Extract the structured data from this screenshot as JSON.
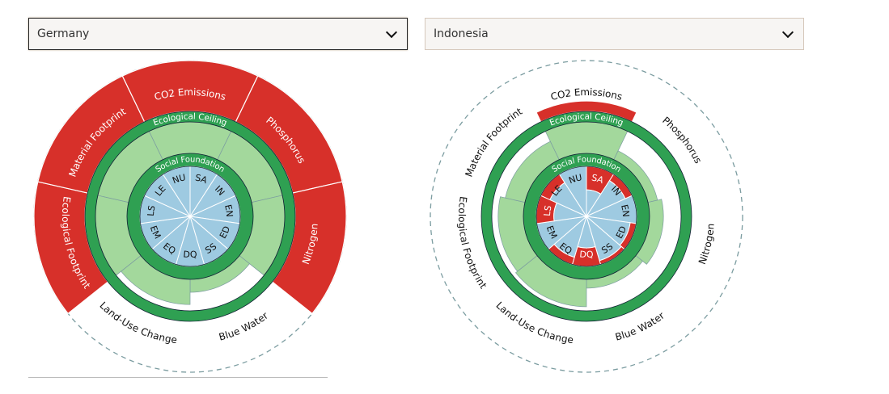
{
  "selectors": [
    {
      "value": "Germany",
      "icon": "chevron-down-icon"
    },
    {
      "value": "Indonesia",
      "icon": "chevron-down-icon"
    }
  ],
  "colors": {
    "overshoot": "#d7302a",
    "within": "#a3d89c",
    "ring": "#2fa052",
    "social": "#9ecae1",
    "dashed": "#7b9ca0"
  },
  "chart_data": [
    {
      "type": "radial-bar",
      "title": "Germany",
      "ceiling_label": "Ecological Ceiling",
      "foundation_label": "Social Foundation",
      "ecological": [
        {
          "label": "CO2 Emissions",
          "value": 3.0
        },
        {
          "label": "Phosphorus",
          "value": 3.0
        },
        {
          "label": "Nitrogen",
          "value": 3.0
        },
        {
          "label": "Blue Water",
          "value": 0.41
        },
        {
          "label": "Land-Use Change",
          "value": 0.8
        },
        {
          "label": "Ecological Footprint",
          "value": 3.0
        },
        {
          "label": "Material Footprint",
          "value": 3.0
        }
      ],
      "social": [
        {
          "label": "SA",
          "value": 1
        },
        {
          "label": "IN",
          "value": 1
        },
        {
          "label": "EN",
          "value": 1
        },
        {
          "label": "ED",
          "value": 1
        },
        {
          "label": "SS",
          "value": 1
        },
        {
          "label": "DQ",
          "value": 1
        },
        {
          "label": "EQ",
          "value": 1
        },
        {
          "label": "EM",
          "value": 1
        },
        {
          "label": "LS",
          "value": 1
        },
        {
          "label": "LE",
          "value": 1
        },
        {
          "label": "NU",
          "value": 1
        }
      ]
    },
    {
      "type": "radial-bar",
      "title": "Indonesia",
      "ceiling_label": "Ecological Ceiling",
      "foundation_label": "Social Foundation",
      "ecological": [
        {
          "label": "CO2 Emissions",
          "value": 1.2
        },
        {
          "label": "Phosphorus",
          "value": 0.31
        },
        {
          "label": "Nitrogen",
          "value": 0.44
        },
        {
          "label": "Blue Water",
          "value": 0.28
        },
        {
          "label": "Land-Use Change",
          "value": 0.87
        },
        {
          "label": "Ecological Footprint",
          "value": 0.8
        },
        {
          "label": "Material Footprint",
          "value": 0.64
        }
      ],
      "social": [
        {
          "label": "SA",
          "value": 0.53
        },
        {
          "label": "IN",
          "value": 0.85
        },
        {
          "label": "EN",
          "value": 1
        },
        {
          "label": "ED",
          "value": 0.88
        },
        {
          "label": "SS",
          "value": 0.92
        },
        {
          "label": "DQ",
          "value": 0.63
        },
        {
          "label": "EQ",
          "value": 0.85
        },
        {
          "label": "EM",
          "value": 1
        },
        {
          "label": "LS",
          "value": 0.65
        },
        {
          "label": "LE",
          "value": 0.8
        },
        {
          "label": "NU",
          "value": 1
        }
      ]
    }
  ]
}
